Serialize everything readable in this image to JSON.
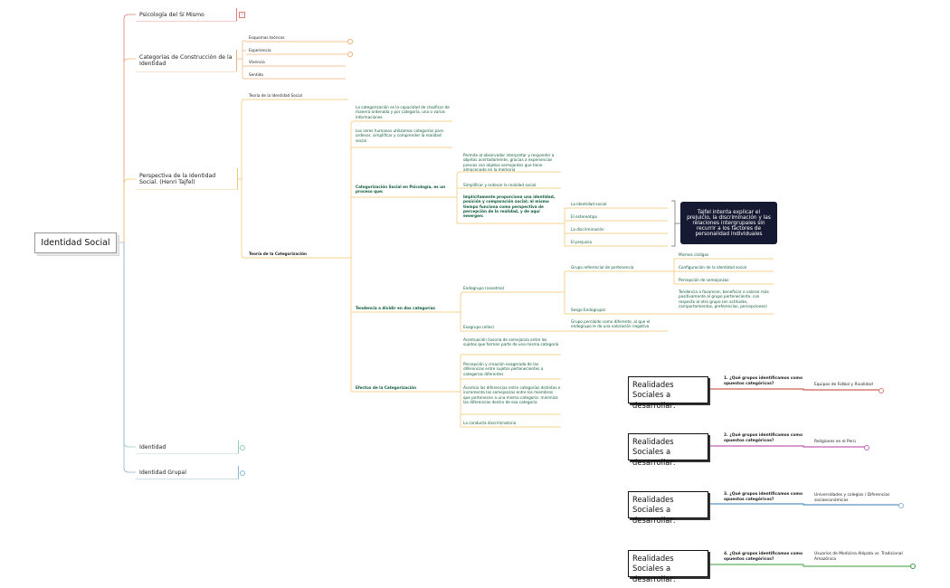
{
  "root": {
    "label": "Identidad Social"
  },
  "colors": {
    "red": "#e07a7a",
    "orange": "#f0b07a",
    "yellow": "#f1c56a",
    "green": "#8fcfb0",
    "blue": "#8ab4d8",
    "purple": "#c06ac4",
    "dark_node": "#151931",
    "dark_green_text": "#0f5c3a"
  },
  "branches": {
    "psicologia": {
      "label": "Psicología del Sí Mismo",
      "toggle": "−"
    },
    "categorias": {
      "label": "Categorías de Construcción de la Identidad",
      "items": [
        "Esquemas teóricos",
        "Experiencia",
        "Vivencia",
        "Sentido"
      ]
    },
    "perspectiva": {
      "label": "Perspectiva de la Identidad Social. (Henri Tajfel)"
    },
    "identidad": {
      "label": "Identidad"
    },
    "identidad_grupal": {
      "label": "Identidad Grupal"
    }
  },
  "teoria": {
    "identidad_social": "Teoría de la Identidad Social",
    "categorizacion": "Teoría de la Categorización"
  },
  "cat": {
    "def1": "La categorización es la capacidad de clasificar de manera ordenada y por categoría, una o varias informaciones",
    "def2": "Los seres humanos utilizamos categorías para ordenar, simplificar y comprender la realidad social",
    "proceso": "Categorización Social en Psicología, es un proceso que:",
    "proceso_items": [
      "Permite al observador interpretar y responder a objetos acertadamente, gracias a experiencias previas con objetos semejantes que tiene almacenado en la memoria",
      "Simplificar y ordenar la realidad social",
      "Implícitamente proporciona una identidad, posición y comparación social; al mismo tiempo funciona como perspectiva de percepción de la realidad, y de aquí emergen:"
    ],
    "emergen": [
      "La identidad social",
      "El estereotipo",
      "La discriminación",
      "El prejuicio"
    ],
    "tajfel_note": "Tajfel intenta explicar el prejuicio, la discriminación y las relaciones intergrupales sin recurrir a los factores de personalidad individuales",
    "tendencia": "Tendencia a dividir en dos categorías",
    "endogrupo": "Endogrupo (nosotros)",
    "grupo_ref": "Grupo referencial de pertenencia",
    "grupo_ref_items": [
      "Mismos códigos",
      "Configuración de la identidad social",
      "Percepción de semejanzas"
    ],
    "sesgo": "Sesgo Endogrupal",
    "sesgo_desc": "Tendencia a favorecer, beneficiar o valorar más positivamente al grupo perteneciente, con respecto al otro grupo (en actitudes, comportamientos, preferencias, percepciones)",
    "exogrupo": "Exogrupo (ellos)",
    "exogrupo_desc": "Grupo percibido como diferente, al que el endogrupo le da una valoración negativa",
    "efectos": "Efectos de la Categorización",
    "efectos_items": [
      "Acentuación ilusoria de semejanza entre los sujetos que forman parte de una misma categoría",
      "Percepción y creación exagerada de las diferencias entre sujetos pertenecientes a categorías diferentes",
      "Acentúa las diferencias entre categorías distintas e incrementa las semejanzas entre los miembros que pertenecen a una misma categoría: minimiza las diferencias dentro de esa categoría",
      "La conducta discriminatoria"
    ]
  },
  "realidades": [
    {
      "label": "Realidades Sociales a desarrollar:",
      "question": "1. ¿Qué grupos identificamos como opuestos categóricos?",
      "answer": "Equipos de Fútbol y Rivalidad"
    },
    {
      "label": "Realidades Sociales a desarrollar:",
      "question": "2. ¿Qué grupos identificamos como opuestos categóricos?",
      "answer": "Religiones en el Perú"
    },
    {
      "label": "Realidades Sociales a desarrollar:",
      "question": "3. ¿Qué grupos identificamos como opuestos categóricos?",
      "answer": "Universidades y colegios / Diferencias socioeconómicas"
    },
    {
      "label": "Realidades Sociales a desarrollar:",
      "question": "4. ¿Qué grupos identificamos como opuestos categóricos?",
      "answer": "Usuarios de Medicina Alópata vs. Tradicional Amazónica"
    }
  ]
}
